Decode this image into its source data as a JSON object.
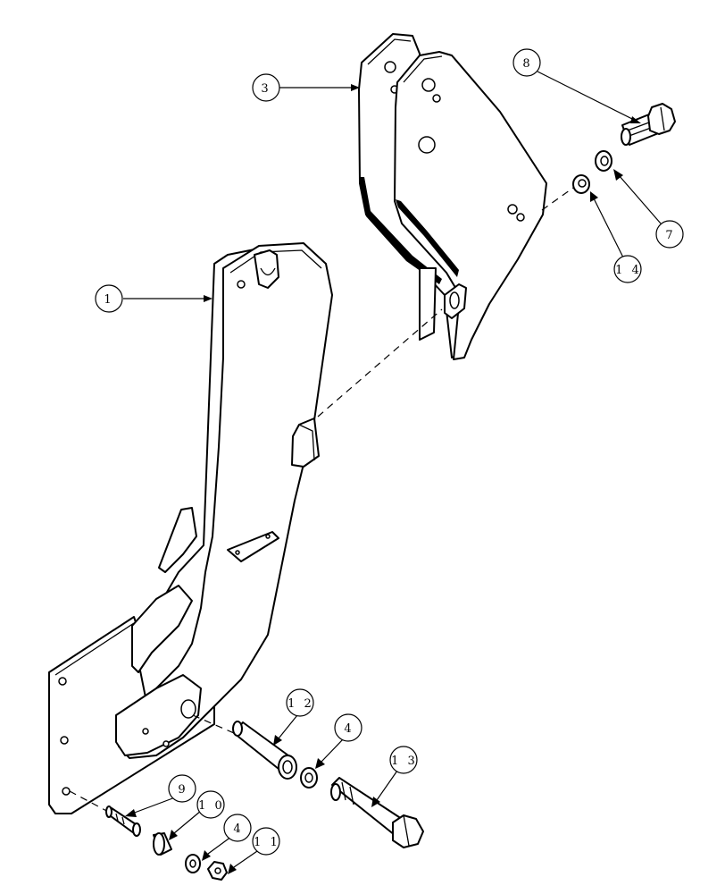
{
  "callouts": [
    {
      "id": "c1",
      "label": "1"
    },
    {
      "id": "c3",
      "label": "3"
    },
    {
      "id": "c8",
      "label": "8"
    },
    {
      "id": "c7",
      "label": "7"
    },
    {
      "id": "c14",
      "label": "1 4"
    },
    {
      "id": "c12",
      "label": "1 2"
    },
    {
      "id": "c4a",
      "label": "4"
    },
    {
      "id": "c13",
      "label": "1 3"
    },
    {
      "id": "c9",
      "label": "9"
    },
    {
      "id": "c10",
      "label": "1 0"
    },
    {
      "id": "c4b",
      "label": "4"
    },
    {
      "id": "c11",
      "label": "1 1"
    }
  ]
}
